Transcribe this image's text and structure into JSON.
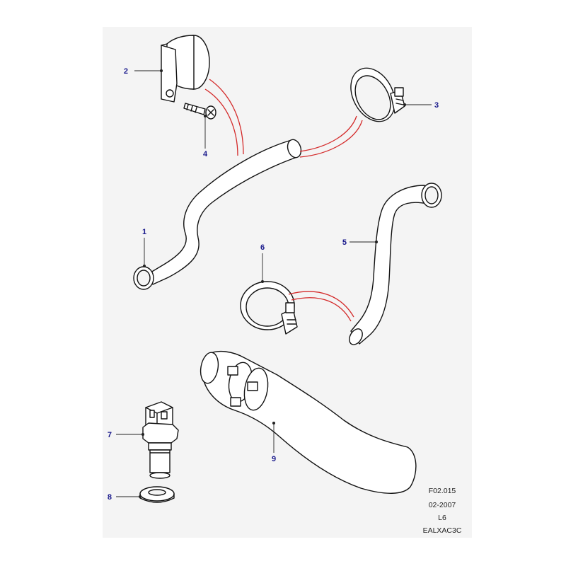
{
  "colors": {
    "callout_text": "#1a1a8c",
    "leader": "#222222",
    "link_line": "#d42a2a",
    "outline": "#111111",
    "hose_fill": "#ffffff",
    "sheet": "#f4f4f4"
  },
  "callouts": {
    "c1": "1",
    "c2": "2",
    "c3": "3",
    "c4": "4",
    "c5": "5",
    "c6": "6",
    "c7": "7",
    "c8": "8",
    "c9": "9"
  },
  "reference": {
    "code": "F02.015",
    "date": "02-2007",
    "variant": "L6",
    "part_code": "EALXAC3C"
  }
}
